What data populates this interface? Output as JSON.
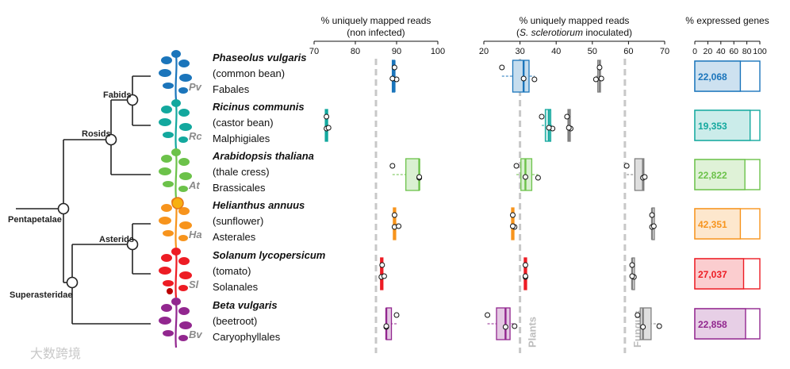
{
  "tree": {
    "nodes": [
      {
        "id": "pentapetalae",
        "label": "Pentapetalae"
      },
      {
        "id": "superasteridae",
        "label": "Superasteridae"
      },
      {
        "id": "rosids",
        "label": "Rosids"
      },
      {
        "id": "fabids",
        "label": "Fabids"
      },
      {
        "id": "asterids",
        "label": "Asterids"
      }
    ]
  },
  "species": [
    {
      "abbr": "Pv",
      "name": "Phaseolus vulgaris",
      "common": "(common bean)",
      "order": "Fabales",
      "color": "#1b75bb",
      "genes": "22,068",
      "genes_value": 22068
    },
    {
      "abbr": "Rc",
      "name": "Ricinus communis",
      "common": "(castor bean)",
      "order": "Malphigiales",
      "color": "#13a89e",
      "genes": "19,353",
      "genes_value": 19353
    },
    {
      "abbr": "At",
      "name": "Arabidopsis thaliana",
      "common": "(thale cress)",
      "order": "Brassicales",
      "color": "#6cc24a",
      "genes": "22,822",
      "genes_value": 22822
    },
    {
      "abbr": "Ha",
      "name": "Helianthus annuus",
      "common": "(sunflower)",
      "order": "Asterales",
      "color": "#f7941d",
      "genes": "42,351",
      "genes_value": 42351
    },
    {
      "abbr": "Sl",
      "name": "Solanum lycopersicum",
      "common": "(tomato)",
      "order": "Solanales",
      "color": "#ed1c24",
      "genes": "27,037",
      "genes_value": 27037
    },
    {
      "abbr": "Bv",
      "name": "Beta vulgaris",
      "common": "(beetroot)",
      "order": "Caryophyllales",
      "color": "#92278f",
      "genes": "22,858",
      "genes_value": 22858
    }
  ],
  "watermark": "大数跨境",
  "chart_data": [
    {
      "type": "box",
      "title": "% uniquely mapped reads",
      "subtitle": "(non infected)",
      "xlim": [
        70,
        100
      ],
      "ticks": [
        70,
        80,
        90,
        100
      ],
      "reference_line": 85,
      "series": [
        {
          "species": "Pv",
          "points": [
            89.5,
            90,
            89
          ]
        },
        {
          "species": "Rc",
          "points": [
            73,
            73,
            73.5
          ]
        },
        {
          "species": "At",
          "points": [
            89,
            95.5,
            95.5
          ]
        },
        {
          "species": "Ha",
          "points": [
            89.5,
            89.5,
            90.5
          ]
        },
        {
          "species": "Sl",
          "points": [
            86.5,
            86.3,
            87
          ]
        },
        {
          "species": "Bv",
          "points": [
            90,
            87.5,
            87.5
          ]
        }
      ]
    },
    {
      "type": "box",
      "title": "% uniquely mapped reads",
      "subtitle_pre": "(",
      "subtitle_italic": "S. sclerotiorum",
      "subtitle_post": " inoculated)",
      "xlim": [
        20,
        70
      ],
      "ticks": [
        20,
        30,
        40,
        50,
        60,
        70
      ],
      "reference_lines": [
        {
          "value": 30,
          "label": "Plants"
        },
        {
          "value": 59,
          "label": "Fungus"
        }
      ],
      "series": [
        {
          "species": "Pv",
          "plant": [
            25,
            34,
            31
          ],
          "fungus": [
            52,
            51,
            52.5
          ]
        },
        {
          "species": "Rc",
          "plant": [
            36,
            39,
            38
          ],
          "fungus": [
            43,
            44,
            43.5
          ]
        },
        {
          "species": "At",
          "plant": [
            29,
            35,
            31.5
          ],
          "fungus": [
            59.5,
            64,
            64.5
          ]
        },
        {
          "species": "Ha",
          "plant": [
            28,
            28.5,
            28
          ],
          "fungus": [
            66.5,
            66.5,
            67
          ]
        },
        {
          "species": "Sl",
          "plant": [
            31.5,
            31.5,
            31.5
          ],
          "fungus": [
            61,
            61.5,
            61
          ]
        },
        {
          "species": "Bv",
          "plant": [
            21,
            26,
            28.5
          ],
          "fungus": [
            62.5,
            64,
            68.5
          ]
        }
      ]
    },
    {
      "type": "bar",
      "title": "% expressed genes",
      "xlim": [
        0,
        100
      ],
      "ticks": [
        0,
        20,
        40,
        60,
        80,
        100
      ],
      "categories": [
        "Pv",
        "Rc",
        "At",
        "Ha",
        "Sl",
        "Bv"
      ],
      "values": [
        70,
        85,
        77,
        70,
        75,
        78
      ]
    }
  ]
}
